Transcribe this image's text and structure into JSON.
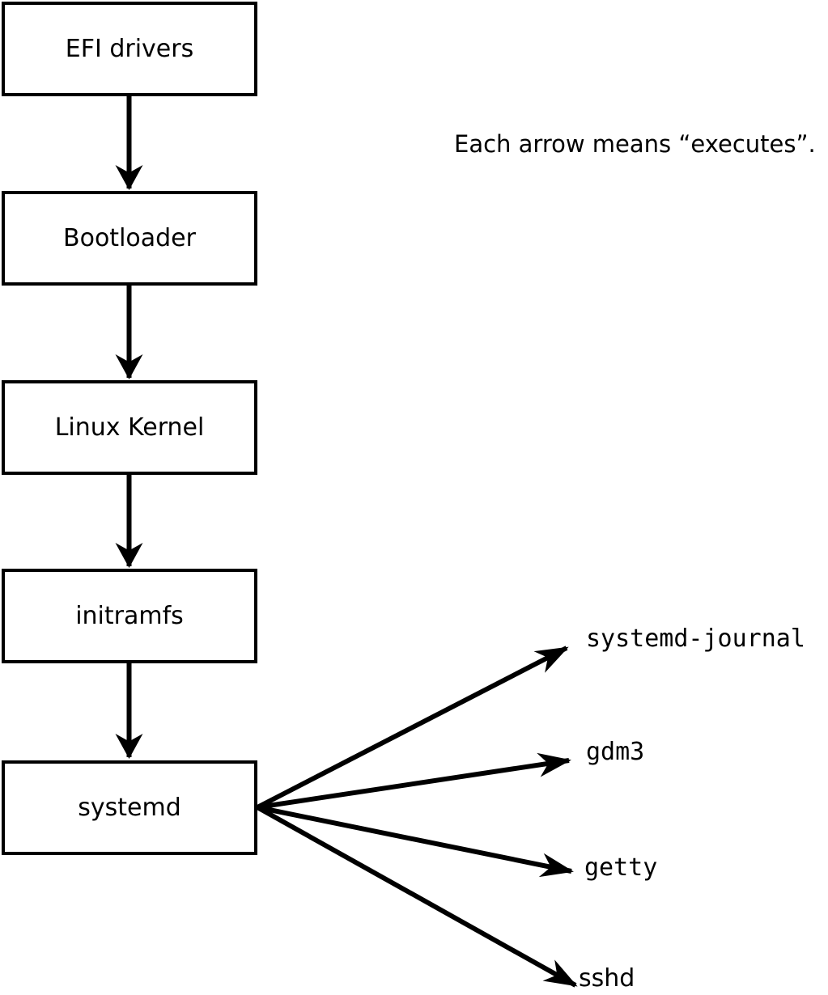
{
  "caption": "Each arrow means “executes”.",
  "flow": {
    "boxes": [
      {
        "label": "EFI drivers"
      },
      {
        "label": "Bootloader"
      },
      {
        "label": "Linux Kernel"
      },
      {
        "label": "initramfs"
      },
      {
        "label": "systemd"
      }
    ]
  },
  "spawned": [
    {
      "label": "systemd-journal"
    },
    {
      "label": "gdm3"
    },
    {
      "label": "getty"
    },
    {
      "label": "sshd"
    }
  ],
  "colors": {
    "line": "#000000",
    "box_fill": "#ffffff",
    "background": "#ffffff",
    "text": "#000000"
  }
}
